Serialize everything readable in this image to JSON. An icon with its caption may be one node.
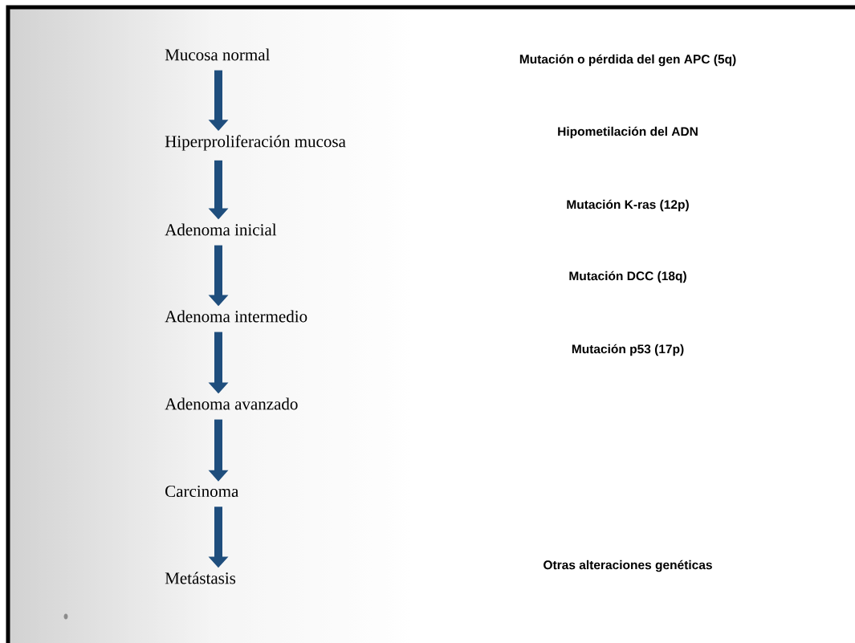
{
  "diagram": {
    "nodes": [
      {
        "text": [
          "Mucosa normal"
        ]
      },
      {
        "text": [
          "Hiperproliferación mucosa"
        ]
      },
      {
        "text": [
          "Adenoma inicial"
        ]
      },
      {
        "text": [
          "Adenoma intermedio"
        ]
      },
      {
        "text": [
          "Adenoma avanzado"
        ]
      },
      {
        "text": [
          "Carcinoma"
        ]
      },
      {
        "text": [
          "Metástasis"
        ]
      }
    ],
    "edges": [
      {
        "from": 0,
        "to": 1,
        "arrow": "to"
      },
      {
        "from": 1,
        "to": 2,
        "arrow": "to"
      },
      {
        "from": 2,
        "to": 3,
        "arrow": "to"
      },
      {
        "from": 3,
        "to": 4,
        "arrow": "to"
      },
      {
        "from": 4,
        "to": 5,
        "arrow": "to"
      },
      {
        "from": 5,
        "to": 6,
        "arrow": "to"
      }
    ],
    "labels": [
      "Mutación o pérdida del gen APC (5q)",
      "Hipometilación del ADN",
      "Mutación K-ras (12p)",
      "Mutación DCC (18q)",
      "Mutación p53 (17p)",
      "Otras alteraciones genéticas"
    ]
  }
}
